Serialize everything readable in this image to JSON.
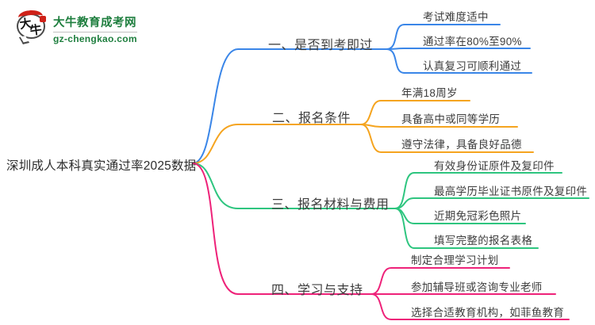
{
  "logo": {
    "icon_char_1": "大",
    "icon_char_2": "牛",
    "site_name": "大牛教育成考网",
    "site_url": "gz-chengkao.com",
    "brand_color": "#1e7e3e"
  },
  "mindmap": {
    "root": {
      "label": "深圳成人本科真实通过率2025数据",
      "text_color": "#2d2d2d"
    },
    "branches": [
      {
        "label": "一、是否到考即过",
        "color": "#3a86e8",
        "children": [
          "考试难度适中",
          "通过率在80%至90%",
          "认真复习可顺利通过"
        ]
      },
      {
        "label": "二、报名条件",
        "color": "#f5a41f",
        "children": [
          "年满18周岁",
          "具备高中或同等学历",
          "遵守法律，具备良好品德"
        ]
      },
      {
        "label": "三、报名材料与费用",
        "color": "#2ec57f",
        "children": [
          "有效身份证原件及复印件",
          "最高学历毕业证书原件及复印件",
          "近期免冠彩色照片",
          "填写完整的报名表格"
        ]
      },
      {
        "label": "四、学习与支持",
        "color": "#ee2279",
        "children": [
          "制定合理学习计划",
          "参加辅导班或咨询专业老师",
          "选择合适教育机构，如菲鱼教育"
        ]
      }
    ]
  }
}
